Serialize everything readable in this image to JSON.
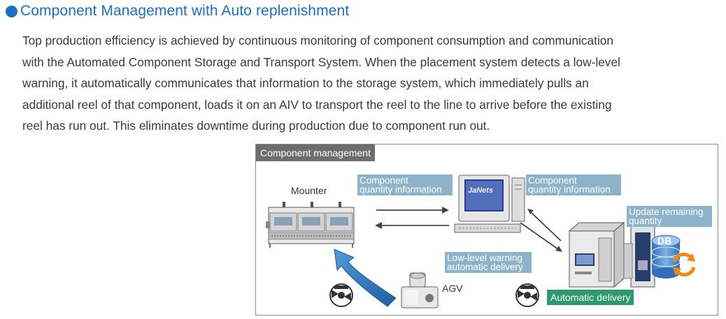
{
  "heading": {
    "title": "Component Management with Auto replenishment"
  },
  "paragraph": {
    "lines": [
      "Top production efficiency is achieved by continuous monitoring of component consumption and communication",
      "with the Automated Component Storage and Transport System.  When the placement system detects a low-level",
      "warning, it automatically communicates that information to the storage system, which immediately pulls an",
      "additional reel of that component, loads it on an AIV to transport the reel to the line to arrive before the existing",
      "reel has run out.  This eliminates downtime during production due to component run out."
    ]
  },
  "diagram": {
    "header": "Component management",
    "mounter_label": "Mounter",
    "agv_label": "AGV",
    "screen_logo": "JaNets",
    "db_label": "DB",
    "tag_left": [
      "Component",
      "quantity information"
    ],
    "tag_right": [
      "Component",
      "quantity information"
    ],
    "tag_update": [
      "Update remaining",
      "quantity"
    ],
    "tag_warning": [
      "Low-level warning",
      "automatic delivery"
    ],
    "tag_delivery": "Automatic delivery",
    "colors": {
      "accent_blue": "#1a6fc4",
      "tag_blue": "#8db3ca",
      "tag_green": "#2c9a6c",
      "header_gray": "#6d6d6d"
    }
  }
}
